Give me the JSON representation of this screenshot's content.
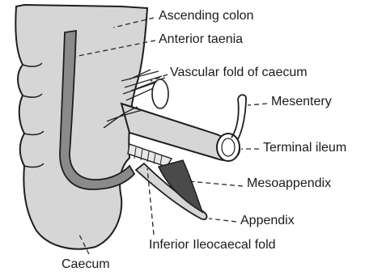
{
  "labels": {
    "ascending_colon": "Ascending colon",
    "anterior_taenia": "Anterior taenia",
    "vascular_fold": "Vascular fold of caecum",
    "mesentery": "Mesentery",
    "terminal_ileum": "Terminal ileum",
    "mesoappendix": "Mesoappendix",
    "appendix": "Appendix",
    "inferior_ileocaecal_fold": "Inferior Ileocaecal fold",
    "caecum": "Caecum"
  },
  "colors": {
    "organ_fill": "#d6d6d6",
    "taenia_fill": "#8a8a8a",
    "mesoappendix_fill": "#4a4a4a",
    "outline": "#1e1e1e",
    "leader": "#2a2a2a"
  }
}
